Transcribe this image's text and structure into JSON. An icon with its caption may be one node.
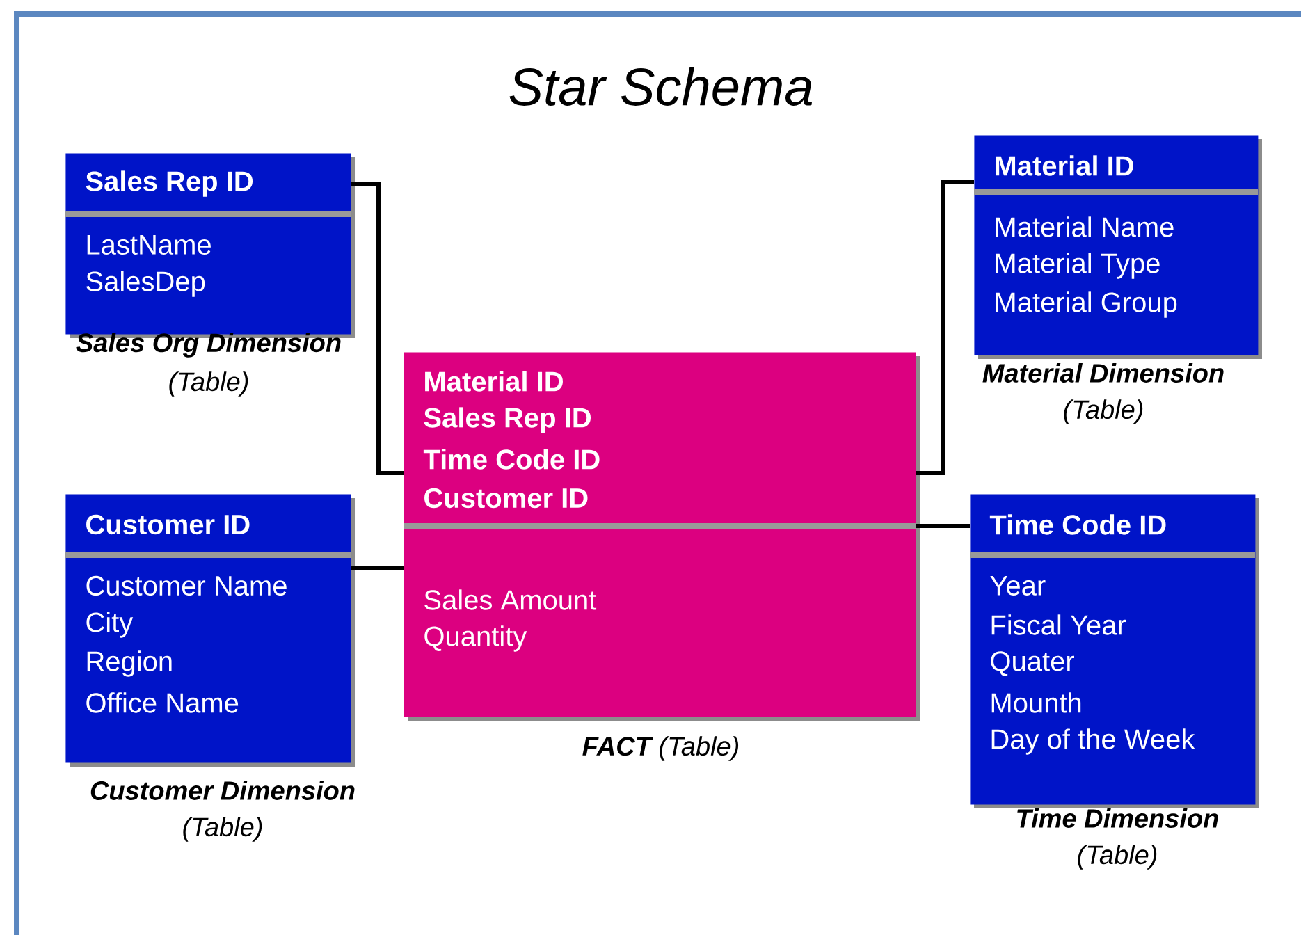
{
  "diagram": {
    "title": "Star Schema",
    "nodes": [
      {
        "text": [
          "Sales Rep ID",
          "LastName",
          "SalesDep"
        ],
        "beside": [
          "Sales Org Dimension",
          "(Table)"
        ]
      },
      {
        "text": [
          "Customer ID",
          "Customer Name",
          "City",
          "Region",
          "Office Name"
        ],
        "beside": [
          "Customer Dimension",
          "(Table)"
        ]
      },
      {
        "text": [
          "Material ID",
          "Sales Rep ID",
          "Time Code ID",
          "Customer ID",
          "Sales Amount",
          "Quantity"
        ],
        "beside": [
          "**FACT** (Table)"
        ]
      },
      {
        "text": [
          "Material ID",
          "Material Name",
          "Material Type",
          "Material Group"
        ],
        "beside": [
          "Material Dimension",
          "(Table)"
        ]
      },
      {
        "text": [
          "Time Code ID",
          "Year",
          "Fiscal Year",
          "Quater",
          "Mounth",
          "Day of the Week"
        ],
        "beside": [
          "Time Dimension",
          "(Table)"
        ]
      }
    ],
    "edges": [
      {
        "from": 0,
        "to": 2,
        "arrow": "none"
      },
      {
        "from": 1,
        "to": 2,
        "arrow": "none"
      },
      {
        "from": 3,
        "to": 2,
        "arrow": "none"
      },
      {
        "from": 4,
        "to": 2,
        "arrow": "none"
      }
    ]
  }
}
